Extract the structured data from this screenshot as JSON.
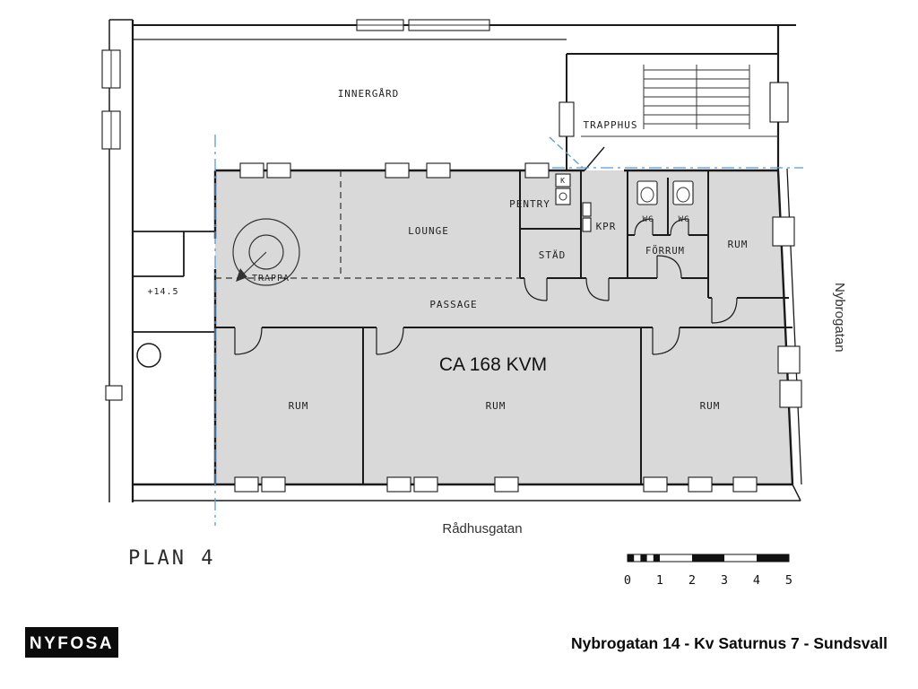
{
  "plan": {
    "title": "PLAN 4",
    "area_label": "CA 168 KVM",
    "level_marker": "+14.5"
  },
  "rooms": {
    "innergard": "INNERGÅRD",
    "trapphus": "TRAPPHUS",
    "pentry": "PENTRY",
    "pentry_k": "K",
    "lounge": "LOUNGE",
    "stad": "STÄD",
    "kpr": "KPR",
    "wc_left": "WC",
    "wc_right": "WC",
    "forrum": "FÖRRUM",
    "rum_east": "RUM",
    "trappa": "TRAPPA",
    "passage": "PASSAGE",
    "rum_southwest": "RUM",
    "rum_south": "RUM",
    "rum_southeast": "RUM"
  },
  "streets": {
    "east": "Nybrogatan",
    "south": "Rådhusgatan"
  },
  "scalebar": {
    "ticks": [
      "0",
      "1",
      "2",
      "3",
      "4",
      "5"
    ]
  },
  "footer": {
    "logo": "NYFOSA",
    "title": "Nybrogatan 14 - Kv Saturnus 7 - Sundsvall"
  },
  "colors": {
    "unit_fill": "#d9d9d9",
    "wall": "#1a1a1a",
    "boundary_blue": "#5b9bd5"
  }
}
